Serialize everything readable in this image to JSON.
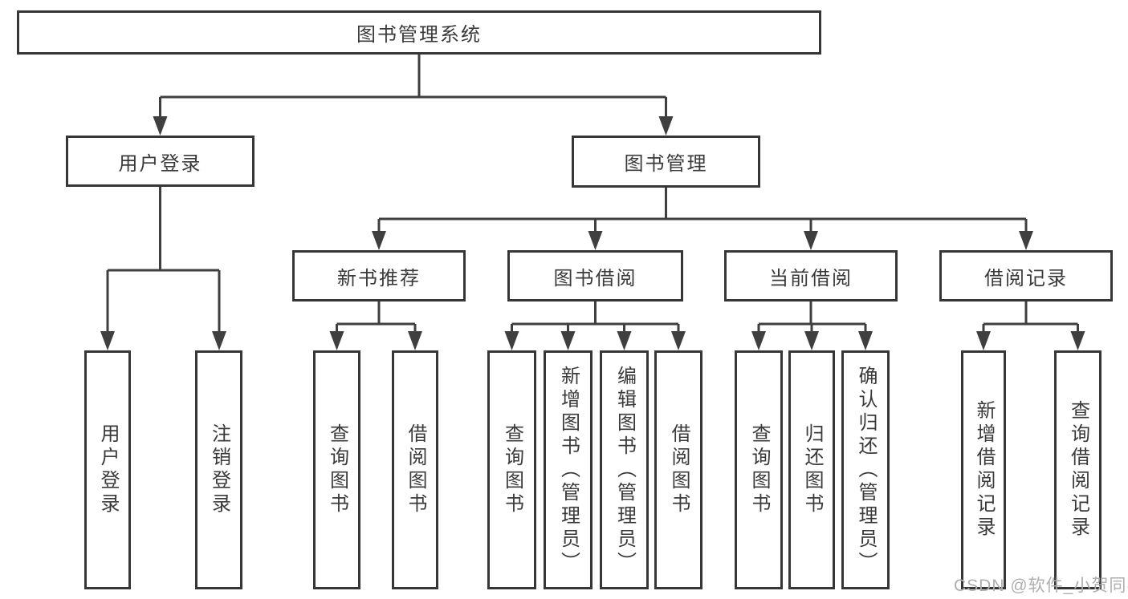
{
  "diagram": {
    "title": "图书管理系统",
    "root": {
      "label": "图书管理系统"
    },
    "level2": [
      {
        "id": "user-login",
        "label": "用户登录"
      },
      {
        "id": "book-management",
        "label": "图书管理"
      }
    ],
    "level3": [
      {
        "id": "new-book-recommend",
        "label": "新书推荐",
        "parent": "book-management"
      },
      {
        "id": "book-borrowing",
        "label": "图书借阅",
        "parent": "book-management"
      },
      {
        "id": "current-borrowing",
        "label": "当前借阅",
        "parent": "book-management"
      },
      {
        "id": "borrowing-records",
        "label": "借阅记录",
        "parent": "book-management"
      }
    ],
    "leaves": [
      {
        "id": "user-login-leaf",
        "label": "用户登录",
        "parent": "user-login"
      },
      {
        "id": "logout",
        "label": "注销登录",
        "parent": "user-login"
      },
      {
        "id": "query-books-1",
        "label": "查询图书",
        "parent": "new-book-recommend"
      },
      {
        "id": "borrow-books-1",
        "label": "借阅图书",
        "parent": "new-book-recommend"
      },
      {
        "id": "query-books-2",
        "label": "查询图书",
        "parent": "book-borrowing"
      },
      {
        "id": "add-books-admin",
        "label": "新增图书（管理员）",
        "parent": "book-borrowing"
      },
      {
        "id": "edit-books-admin",
        "label": "编辑图书（管理员）",
        "parent": "book-borrowing"
      },
      {
        "id": "borrow-books-2",
        "label": "借阅图书",
        "parent": "book-borrowing"
      },
      {
        "id": "query-books-3",
        "label": "查询图书",
        "parent": "current-borrowing"
      },
      {
        "id": "return-books",
        "label": "归还图书",
        "parent": "current-borrowing"
      },
      {
        "id": "confirm-return-admin",
        "label": "确认归还（管理员）",
        "parent": "current-borrowing"
      },
      {
        "id": "add-borrow-record",
        "label": "新增借阅记录",
        "parent": "borrowing-records"
      },
      {
        "id": "query-borrow-record",
        "label": "查询借阅记录",
        "parent": "borrowing-records"
      }
    ],
    "watermark": "CSDN @软件_小贺同学",
    "colors": {
      "line": "#3f3f3f",
      "border": "#363636",
      "text": "#3a3a3a",
      "watermark": "#aeaeae",
      "background": "#ffffff"
    }
  }
}
